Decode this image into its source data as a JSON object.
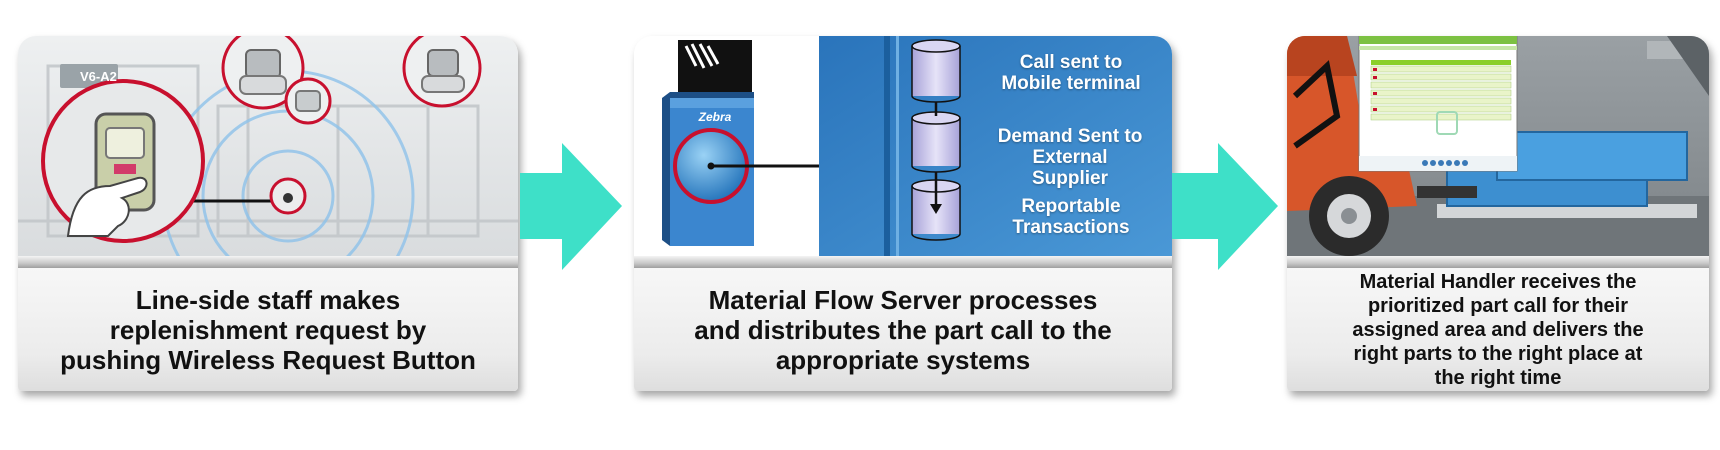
{
  "panels": [
    {
      "id": "request",
      "caption": "Line-side staff makes\nreplenishment request by\npushing Wireless Request Button",
      "sign_label": "V6-A2"
    },
    {
      "id": "server",
      "caption": "Material Flow Server processes\nand distributes the part call to the\nappropriate systems",
      "logo_text": "Zebra",
      "flow_labels": [
        "Call sent to\nMobile terminal",
        "Demand Sent to\nExternal\nSupplier",
        "Reportable\nTransactions"
      ]
    },
    {
      "id": "handler",
      "caption": "Material Handler receives the\nprioritized part call for their\nassigned area and delivers the\nright parts to the right place at\nthe right time"
    }
  ],
  "colors": {
    "arrow": "#3ee0c8",
    "server_blue": "#2f7fc3",
    "highlight_red": "#c8102e",
    "screen_green": "#8bcf2a"
  }
}
